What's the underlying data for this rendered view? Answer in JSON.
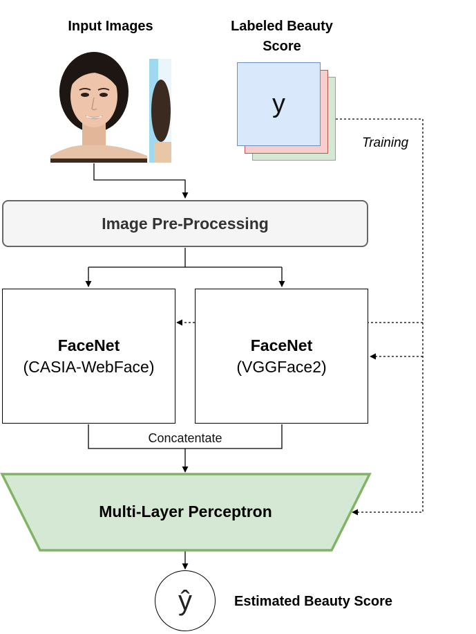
{
  "headers": {
    "input_images": "Input Images",
    "labeled_line1": "Labeled Beauty",
    "labeled_line2": "Score"
  },
  "label_card": {
    "symbol": "y"
  },
  "training_label": "Training",
  "preprocess_label": "Image Pre-Processing",
  "facenet_left": {
    "title": "FaceNet",
    "subtitle": "(CASIA-WebFace)"
  },
  "facenet_right": {
    "title": "FaceNet",
    "subtitle": "(VGGFace2)"
  },
  "concat_label": "Concatentate",
  "mlp_label": "Multi-Layer Perceptron",
  "output": {
    "symbol": "ŷ",
    "label": "Estimated Beauty Score"
  },
  "colors": {
    "preprocess_fill": "#f5f5f5",
    "mlp_fill": "#d5e8d4",
    "mlp_stroke": "#82b366",
    "card_blue": "#dae8fc",
    "card_red": "#f8cecc",
    "card_green": "#d5e8d4"
  }
}
